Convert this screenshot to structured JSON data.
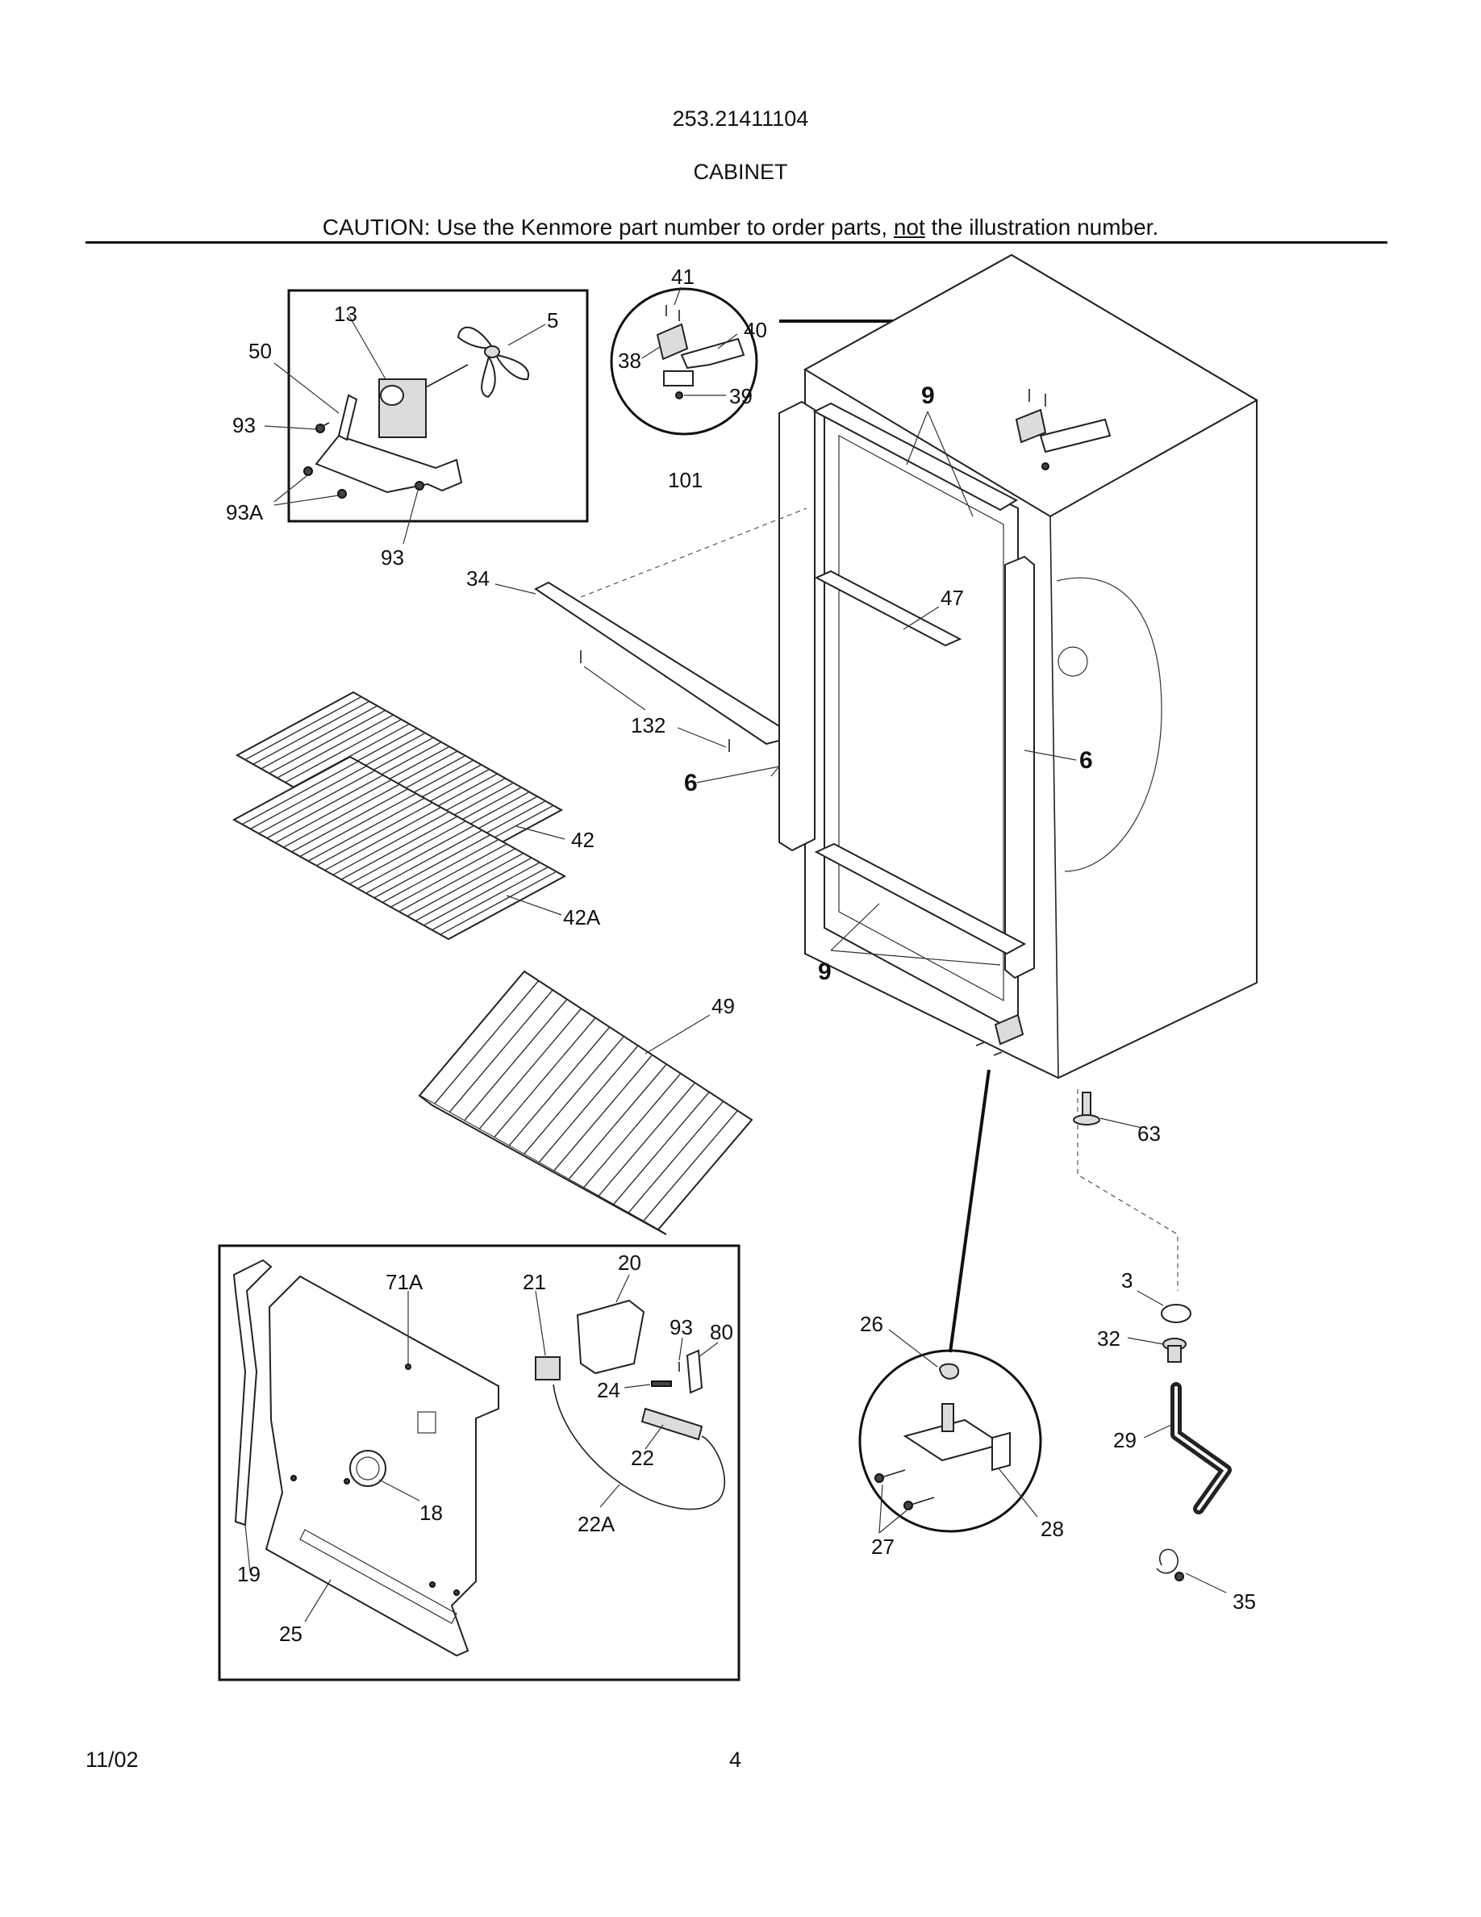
{
  "header": {
    "model_number": "253.21411104",
    "section_title": "CABINET",
    "caution_prefix": "CAUTION: Use the Kenmore part number to order parts, ",
    "caution_emphasis": "not",
    "caution_suffix": " the illustration number."
  },
  "callouts": {
    "c13": "13",
    "c5": "5",
    "c50": "50",
    "c93a": "93",
    "c93A": "93A",
    "c93b": "93",
    "c41": "41",
    "c40": "40",
    "c38": "38",
    "c39": "39",
    "c101": "101",
    "c9a": "9",
    "c9b": "9",
    "c34": "34",
    "c47": "47",
    "c132": "132",
    "c6a": "6",
    "c6b": "6",
    "c42": "42",
    "c42A": "42A",
    "c49": "49",
    "c63": "63",
    "c3": "3",
    "c32": "32",
    "c29": "29",
    "c35": "35",
    "c26": "26",
    "c27": "27",
    "c28": "28",
    "c20": "20",
    "c71A": "71A",
    "c21": "21",
    "c93c": "93",
    "c80": "80",
    "c24": "24",
    "c22": "22",
    "c22A": "22A",
    "c18": "18",
    "c19": "19",
    "c25": "25"
  },
  "footer": {
    "date": "11/02",
    "page_number": "4"
  }
}
